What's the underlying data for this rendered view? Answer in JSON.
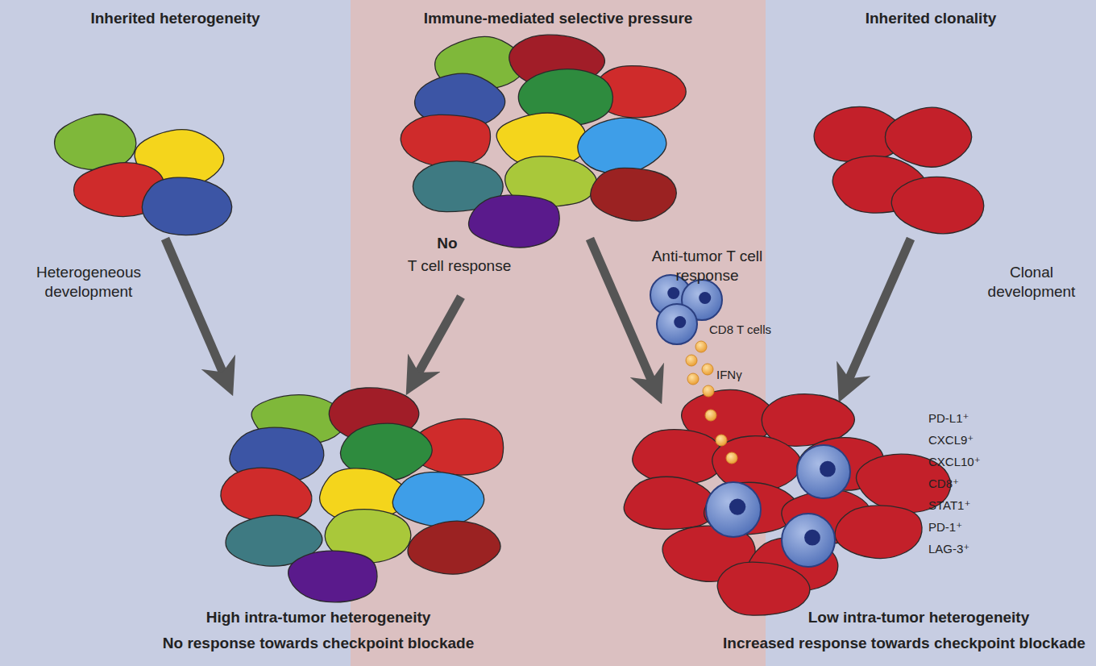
{
  "diagram": {
    "nodes": [
      {
        "text": [
          "Inherited heterogeneity"
        ]
      },
      {
        "text": [
          "Immune-mediated selective pressure"
        ]
      },
      {
        "text": [
          "Inherited clonality"
        ]
      }
    ],
    "labels": [
      "Heterogeneous development",
      "No",
      "T cell response",
      "Anti-tumor T cell response",
      "CD8 T cells",
      "IFNγ",
      "Clonal development",
      "PD-L1⁺",
      "CXCL9⁺",
      "CXCL10⁺",
      "CD8⁺",
      "STAT1⁺",
      "PD-1⁺",
      "LAG-3⁺",
      "High intra-tumor heterogeneity",
      "No response towards checkpoint blockade",
      "Low intra-tumor heterogeneity",
      "Increased response towards checkpoint blockade"
    ]
  }
}
